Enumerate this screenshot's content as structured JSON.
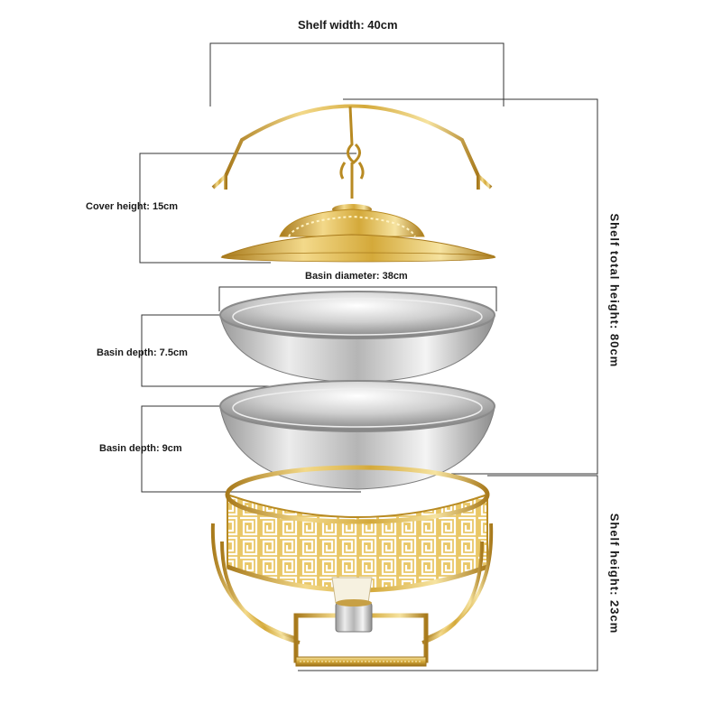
{
  "labels": {
    "shelf_width": "Shelf width: 40cm",
    "cover_height": "Cover height: 15cm",
    "basin_diameter": "Basin diameter: 38cm",
    "basin_depth_top": "Basin depth: 7.5cm",
    "basin_depth_bottom": "Basin depth: 9cm",
    "shelf_total_height": "Shelf total height: 80cm",
    "shelf_height": "Shelf height: 23cm"
  },
  "colors": {
    "gold": "#d4a93a",
    "gold_light": "#f3d98a",
    "gold_dark": "#a87a1c",
    "steel": "#c9c9c9",
    "steel_light": "#f2f2f2",
    "steel_dark": "#8a8a8a",
    "line": "#333333"
  },
  "icons": [
    "chafing-dish-illustration",
    "fuel-burner-icon"
  ]
}
